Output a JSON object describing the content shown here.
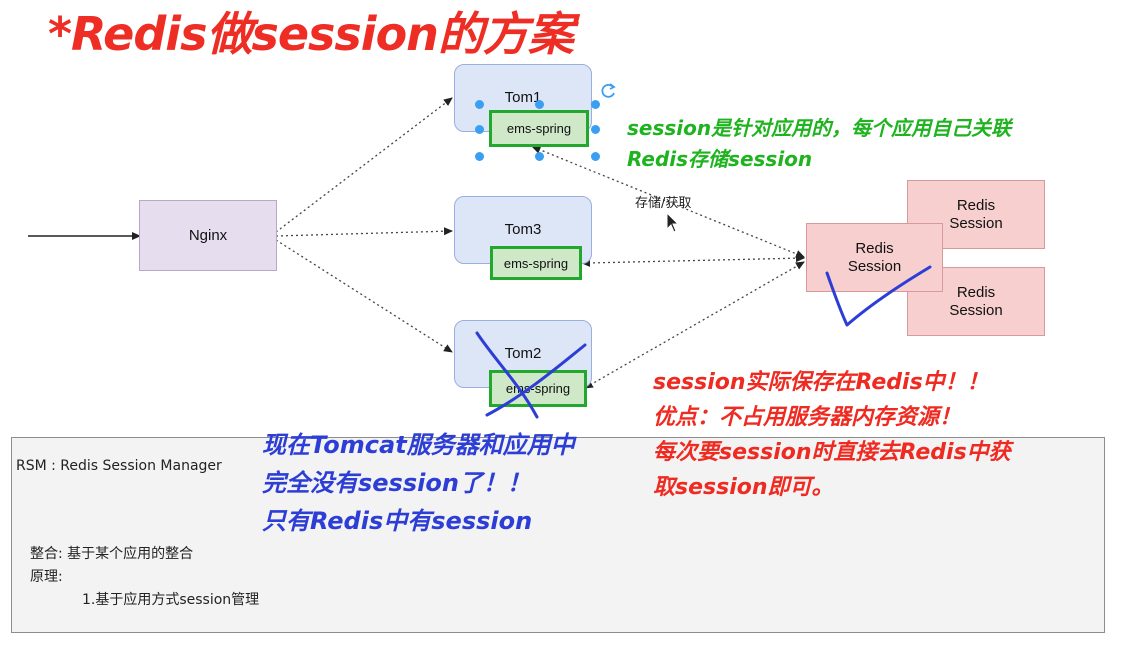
{
  "title": "*Redis做session的方案",
  "nodes": {
    "nginx": "Nginx",
    "tom1": "Tom1",
    "tom3": "Tom3",
    "tom2": "Tom2",
    "ems1": "ems-spring",
    "ems3": "ems-spring",
    "ems2": "ems-spring",
    "redis_main": "Redis\nSession",
    "redis_top": "Redis\nSession",
    "redis_bottom": "Redis\nSession"
  },
  "edge_label": "存储/获取",
  "notes": {
    "green": [
      "session是针对应用的，每个应用自己关联",
      "Redis存储session"
    ],
    "blue": [
      "现在Tomcat服务器和应用中",
      "完全没有session了！！",
      "只有Redis中有session"
    ],
    "red": [
      "session实际保存在Redis中！！",
      "优点：不占用服务器内存资源！",
      "每次要session时直接去Redis中获",
      "取session即可。"
    ]
  },
  "panel": {
    "heading": "RSM : Redis Session Manager",
    "line1": "整合: 基于某个应用的整合",
    "line2": "原理:",
    "line3": "1.基于应用方式session管理"
  },
  "colors": {
    "title": "#ee2e24",
    "green_note": "#1fb31f",
    "blue_note": "#2d3ed6",
    "red_note": "#ef2a20",
    "ems_border": "#22a82e"
  },
  "icons": [
    "refresh-icon",
    "cursor-icon",
    "checkmark-annotation",
    "cross-annotation"
  ]
}
